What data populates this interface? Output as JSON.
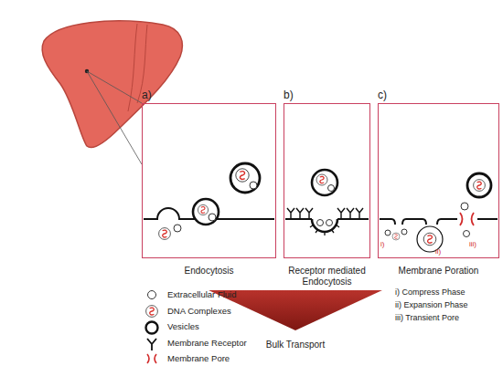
{
  "diagram": {
    "nodes": [
      {
        "text": [
          "a)",
          "Endocytosis"
        ]
      },
      {
        "text": [
          "b)",
          "Receptor mediated Endocytosis"
        ]
      },
      {
        "text": [
          "c)",
          "Membrane Poration"
        ]
      }
    ],
    "labels": [
      "i)",
      "ii)",
      "iii)",
      "Bulk Transport",
      "i) Compress Phase",
      "ii) Expansion Phase",
      "iii) Transient Pore"
    ],
    "legend": [
      {
        "text": "Extracellular Fluid"
      },
      {
        "text": "DNA Complexes"
      },
      {
        "text": "Vesicles"
      },
      {
        "text": "Membrane Receptor"
      },
      {
        "text": "Membrane Pore"
      }
    ]
  }
}
